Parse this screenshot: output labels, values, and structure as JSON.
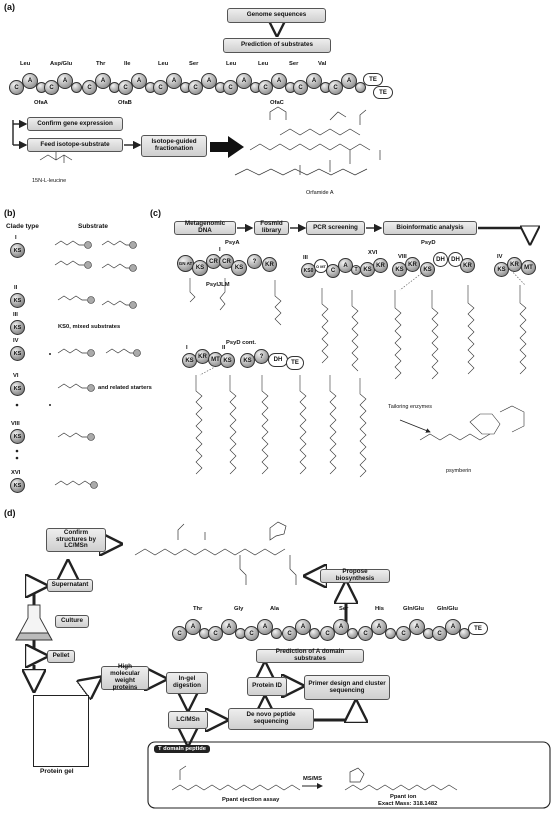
{
  "panels": {
    "a": "(a)",
    "b": "(b)",
    "c": "(c)",
    "d": "(d)"
  },
  "a": {
    "genome_box": "Genome sequences",
    "prediction_box": "Prediction of substrates",
    "residues": [
      "Leu",
      "Asp/Glu",
      "Thr",
      "Ile",
      "Leu",
      "Ser",
      "Leu",
      "Leu",
      "Ser",
      "Val"
    ],
    "proteins": [
      "OfaA",
      "OfaB",
      "OfaC"
    ],
    "confirm_box": "Confirm gene expression",
    "feed_box": "Feed isotope-substrate",
    "isotope_box": "Isotope-guided fractionation",
    "leucine_label": "15N-L-leucine",
    "product_label": "Orfamide A",
    "domains": {
      "C": "C",
      "A": "A",
      "TE": "TE"
    }
  },
  "b": {
    "clade_header": "Clade type",
    "substrate_header": "Substrate",
    "clades": [
      "I",
      "II",
      "III",
      "IV",
      "VI",
      "VIII",
      "XVI"
    ],
    "ks_label": "KS",
    "ks0_note": "KS0, mixed substrates",
    "related_note": "and related starters"
  },
  "c": {
    "flow": [
      "Metagenomic DNA",
      "Fosmid library",
      "PCR screening",
      "Bioinformatic analysis"
    ],
    "psyA": "PsyA",
    "psyD": "PsyD",
    "psyIJLM": "PsyIJLM",
    "psyD_cont": "PsyD cont.",
    "clade_marks": [
      "III",
      "XVI",
      "VIII",
      "I",
      "IV",
      "I",
      "II"
    ],
    "domains": [
      "GN AT",
      "KS",
      "CR",
      "CR",
      "KS",
      "?",
      "KR",
      "KS0",
      "O MT",
      "C",
      "A",
      "T",
      "KS",
      "KR",
      "KS",
      "KR",
      "KS",
      "DH",
      "DH",
      "KR",
      "KS",
      "KR",
      "MT",
      "KS",
      "KR",
      "MT",
      "KS",
      "KS",
      "?",
      "DH",
      "TE"
    ],
    "tailoring": "Tailoring enzymes",
    "product_label": "psymberin"
  },
  "d": {
    "confirm_box": "Confirm structures by LC/MSn",
    "supernatant_box": "Supernatant",
    "culture_box": "Culture",
    "pellet_box": "Pellet",
    "hmw_box": "High molecular weight proteins",
    "ingel_box": "In-gel digestion",
    "lcms_box": "LC/MSn",
    "denovo_box": "De novo peptide sequencing",
    "proteinid_box": "Protein ID",
    "primer_box": "Primer design and cluster sequencing",
    "prediction_box": "Prediction of A domain substrates",
    "propose_box": "Propose biosynthesis",
    "residues": [
      "Thr",
      "Gly",
      "Ala",
      "Ser",
      "His",
      "Gln/Glu",
      "Gln/Glu"
    ],
    "gel_label": "Protein gel",
    "tdomain_label": "T domain peptide",
    "msms_label": "MS/MS",
    "ejection_label": "Ppant ejection assay",
    "ppant_label": "Ppant ion",
    "mass_label": "Exact Mass: 318.1482"
  }
}
